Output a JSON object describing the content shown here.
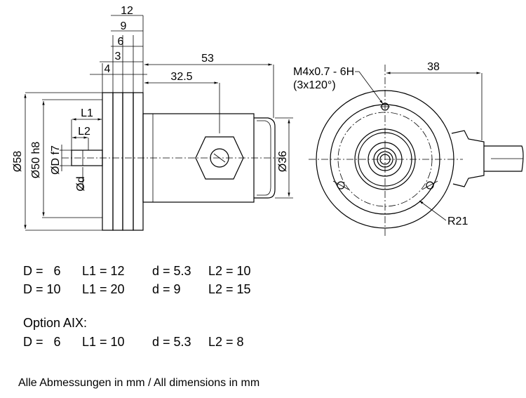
{
  "side_view": {
    "top_dims": [
      "12",
      "9",
      "6",
      "3",
      "4"
    ],
    "length_53": "53",
    "length_32_5": "32.5",
    "l1": "L1",
    "l2": "L2",
    "dia_58": "Ø58",
    "dia_50": "Ø50 h8",
    "dia_D": "ØD f7",
    "dia_d": "Ød",
    "dia_36": "Ø36"
  },
  "front_view": {
    "thread_line1": "M4x0.7 - 6H",
    "thread_line2": "(3x120°)",
    "dim_38": "38",
    "radius": "R21"
  },
  "table": {
    "rows": [
      [
        "D =   6",
        "L1 = 12",
        "d = 5.3",
        "L2 = 10"
      ],
      [
        "D = 10",
        "L1 = 20",
        "d = 9",
        "L2 = 15"
      ]
    ],
    "option_label": "Option AIX:",
    "option_row": [
      "D =   6",
      "L1 = 10",
      "d = 5.3",
      "L2 = 8"
    ]
  },
  "footer_note": "Alle Abmessungen in mm / All dimensions in mm"
}
